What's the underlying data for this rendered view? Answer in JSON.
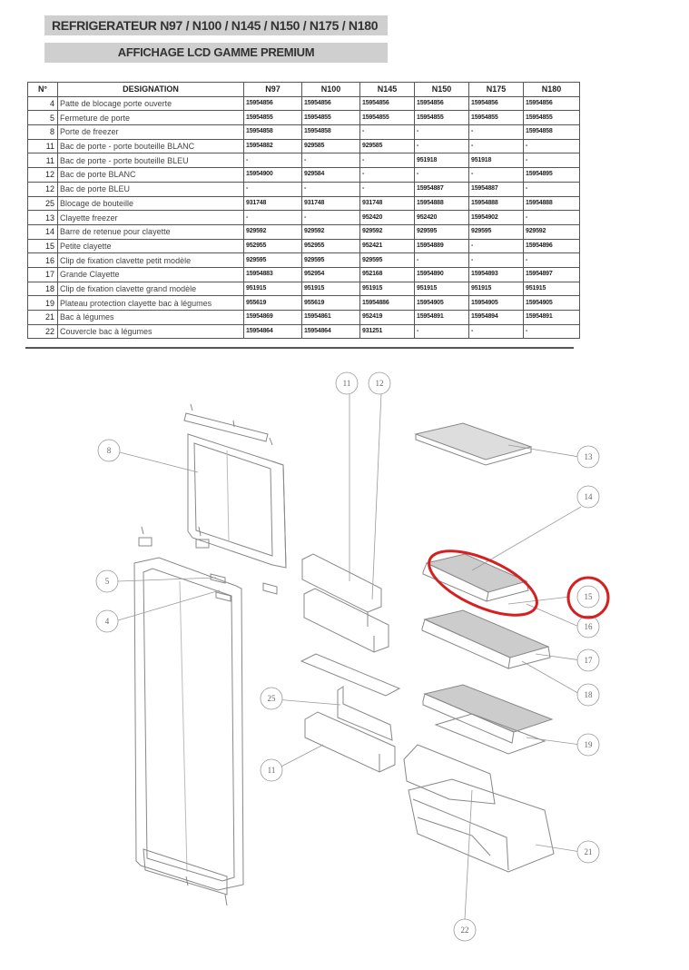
{
  "title": "REFRIGERATEUR N97 / N100 / N145 / N150 / N175 / N180",
  "subtitle": "AFFICHAGE LCD GAMME PREMIUM",
  "table": {
    "headers": [
      "N°",
      "DESIGNATION",
      "N97",
      "N100",
      "N145",
      "N150",
      "N175",
      "N180"
    ],
    "rows": [
      [
        "4",
        "Patte de blocage porte ouverte",
        "15954856",
        "15954856",
        "15954856",
        "15954856",
        "15954856",
        "15954856"
      ],
      [
        "5",
        "Fermeture de porte",
        "15954855",
        "15954855",
        "15954855",
        "15954855",
        "15954855",
        "15954855"
      ],
      [
        "8",
        "Porte de freezer",
        "15954858",
        "15954858",
        "-",
        "-",
        "-",
        "15954858"
      ],
      [
        "11",
        "Bac de porte - porte bouteille BLANC",
        "15954882",
        "929585",
        "929585",
        "-",
        "-",
        "-"
      ],
      [
        "11",
        "Bac de porte - porte bouteille BLEU",
        "-",
        "-",
        "-",
        "951918",
        "951918",
        "-"
      ],
      [
        "12",
        "Bac de porte BLANC",
        "15954900",
        "929584",
        "-",
        "-",
        "-",
        "15954895"
      ],
      [
        "12",
        "Bac de porte BLEU",
        "-",
        "-",
        "-",
        "15954887",
        "15954887",
        "-"
      ],
      [
        "25",
        "Blocage de bouteille",
        "931748",
        "931748",
        "931748",
        "15954888",
        "15954888",
        "15954888"
      ],
      [
        "13",
        "Clayette freezer",
        "-",
        "-",
        "952420",
        "952420",
        "15954902",
        "-"
      ],
      [
        "14",
        "Barre de retenue pour clayette",
        "929592",
        "929592",
        "929592",
        "929595",
        "929595",
        "929592"
      ],
      [
        "15",
        "Petite clayette",
        "952955",
        "952955",
        "952421",
        "15954889",
        "-",
        "15954896"
      ],
      [
        "16",
        "Clip de fixation clavette petit modèle",
        "929595",
        "929595",
        "929595",
        "-",
        "-",
        "-"
      ],
      [
        "17",
        "Grande Clayette",
        "15954883",
        "952954",
        "952168",
        "15954890",
        "15954893",
        "15954897"
      ],
      [
        "18",
        "Clip de fixation clavette grand modèle",
        "951915",
        "951915",
        "951915",
        "951915",
        "951915",
        "951915"
      ],
      [
        "19",
        "Plateau protection clayette bac à légumes",
        "955619",
        "955619",
        "15954886",
        "15954905",
        "15954905",
        "15954905"
      ],
      [
        "21",
        "Bac à légumes",
        "15954869",
        "15954861",
        "952419",
        "15954891",
        "15954894",
        "15954891"
      ],
      [
        "22",
        "Couvercle bac à légumes",
        "15954864",
        "15954864",
        "931251",
        "-",
        "-",
        "-"
      ]
    ]
  },
  "diagram": {
    "callouts": [
      "8",
      "5",
      "4",
      "11",
      "12",
      "13",
      "14",
      "15",
      "16",
      "17",
      "18",
      "19",
      "21",
      "22",
      "25",
      "11"
    ],
    "highlight_color": "#d42020"
  }
}
